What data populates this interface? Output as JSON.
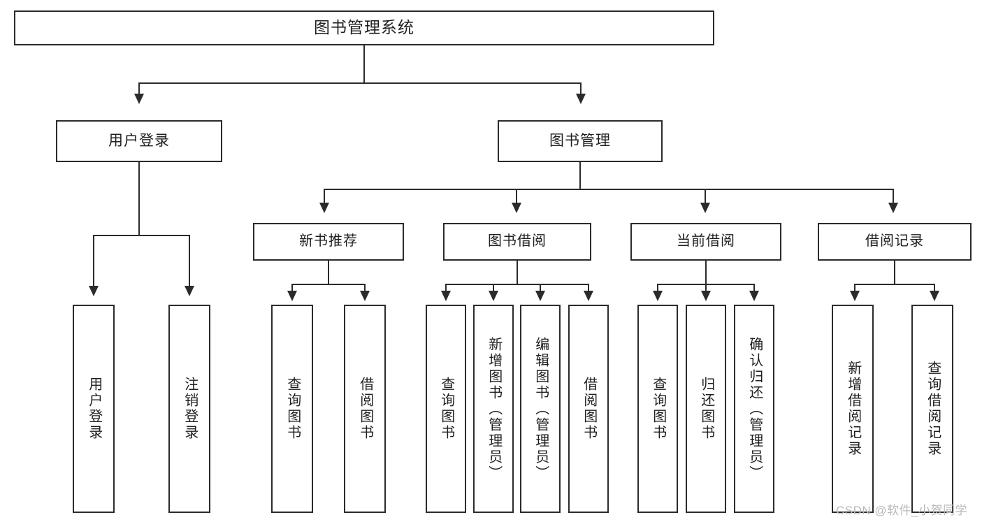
{
  "diagram": {
    "type": "tree",
    "title": "图书管理系统",
    "root": {
      "id": "root",
      "label": "图书管理系统"
    },
    "level2": [
      {
        "id": "user-login",
        "label": "用户登录"
      },
      {
        "id": "book-manage",
        "label": "图书管理"
      }
    ],
    "level3": [
      {
        "id": "new-book-recommend",
        "label": "新书推荐",
        "parent": "book-manage"
      },
      {
        "id": "book-borrow",
        "label": "图书借阅",
        "parent": "book-manage"
      },
      {
        "id": "current-borrow",
        "label": "当前借阅",
        "parent": "book-manage"
      },
      {
        "id": "borrow-record",
        "label": "借阅记录",
        "parent": "book-manage"
      }
    ],
    "leaves": [
      {
        "id": "leaf-user-login",
        "label": "用户登录",
        "parent": "user-login"
      },
      {
        "id": "leaf-logout-login",
        "label": "注销登录",
        "parent": "user-login"
      },
      {
        "id": "leaf-query-book-1",
        "label": "查询图书",
        "parent": "new-book-recommend"
      },
      {
        "id": "leaf-borrow-book-1",
        "label": "借阅图书",
        "parent": "new-book-recommend"
      },
      {
        "id": "leaf-query-book-2",
        "label": "查询图书",
        "parent": "book-borrow"
      },
      {
        "id": "leaf-add-book",
        "label": "新增图书（管理员）",
        "parent": "book-borrow"
      },
      {
        "id": "leaf-edit-book",
        "label": "编辑图书（管理员）",
        "parent": "book-borrow"
      },
      {
        "id": "leaf-borrow-book-2",
        "label": "借阅图书",
        "parent": "book-borrow"
      },
      {
        "id": "leaf-query-book-3",
        "label": "查询图书",
        "parent": "current-borrow"
      },
      {
        "id": "leaf-return-book",
        "label": "归还图书",
        "parent": "current-borrow"
      },
      {
        "id": "leaf-confirm-return",
        "label": "确认归还（管理员）",
        "parent": "current-borrow"
      },
      {
        "id": "leaf-add-record",
        "label": "新增借阅记录",
        "parent": "borrow-record"
      },
      {
        "id": "leaf-query-record",
        "label": "查询借阅记录",
        "parent": "borrow-record"
      }
    ],
    "colors": {
      "stroke": "#2b2b2b",
      "fill": "#ffffff",
      "text": "#1f1f1f",
      "watermark": "#b9b9b9"
    }
  },
  "watermark": {
    "text": "CSDN @软件_小贺同学"
  }
}
